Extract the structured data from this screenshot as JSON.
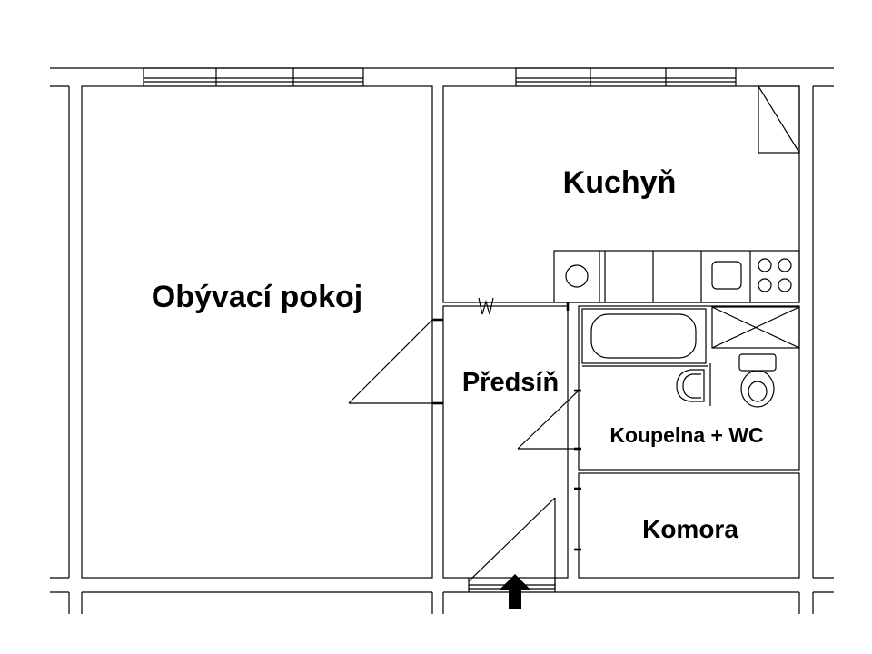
{
  "rooms": {
    "living_room": "Obývací pokoj",
    "kitchen": "Kuchyň",
    "hallway": "Předsíň",
    "bathroom_wc": "Koupelna + WC",
    "storage": "Komora"
  },
  "colors": {
    "lines": "#000000",
    "background": "#ffffff"
  },
  "entrance_marker": "arrow-up-icon"
}
